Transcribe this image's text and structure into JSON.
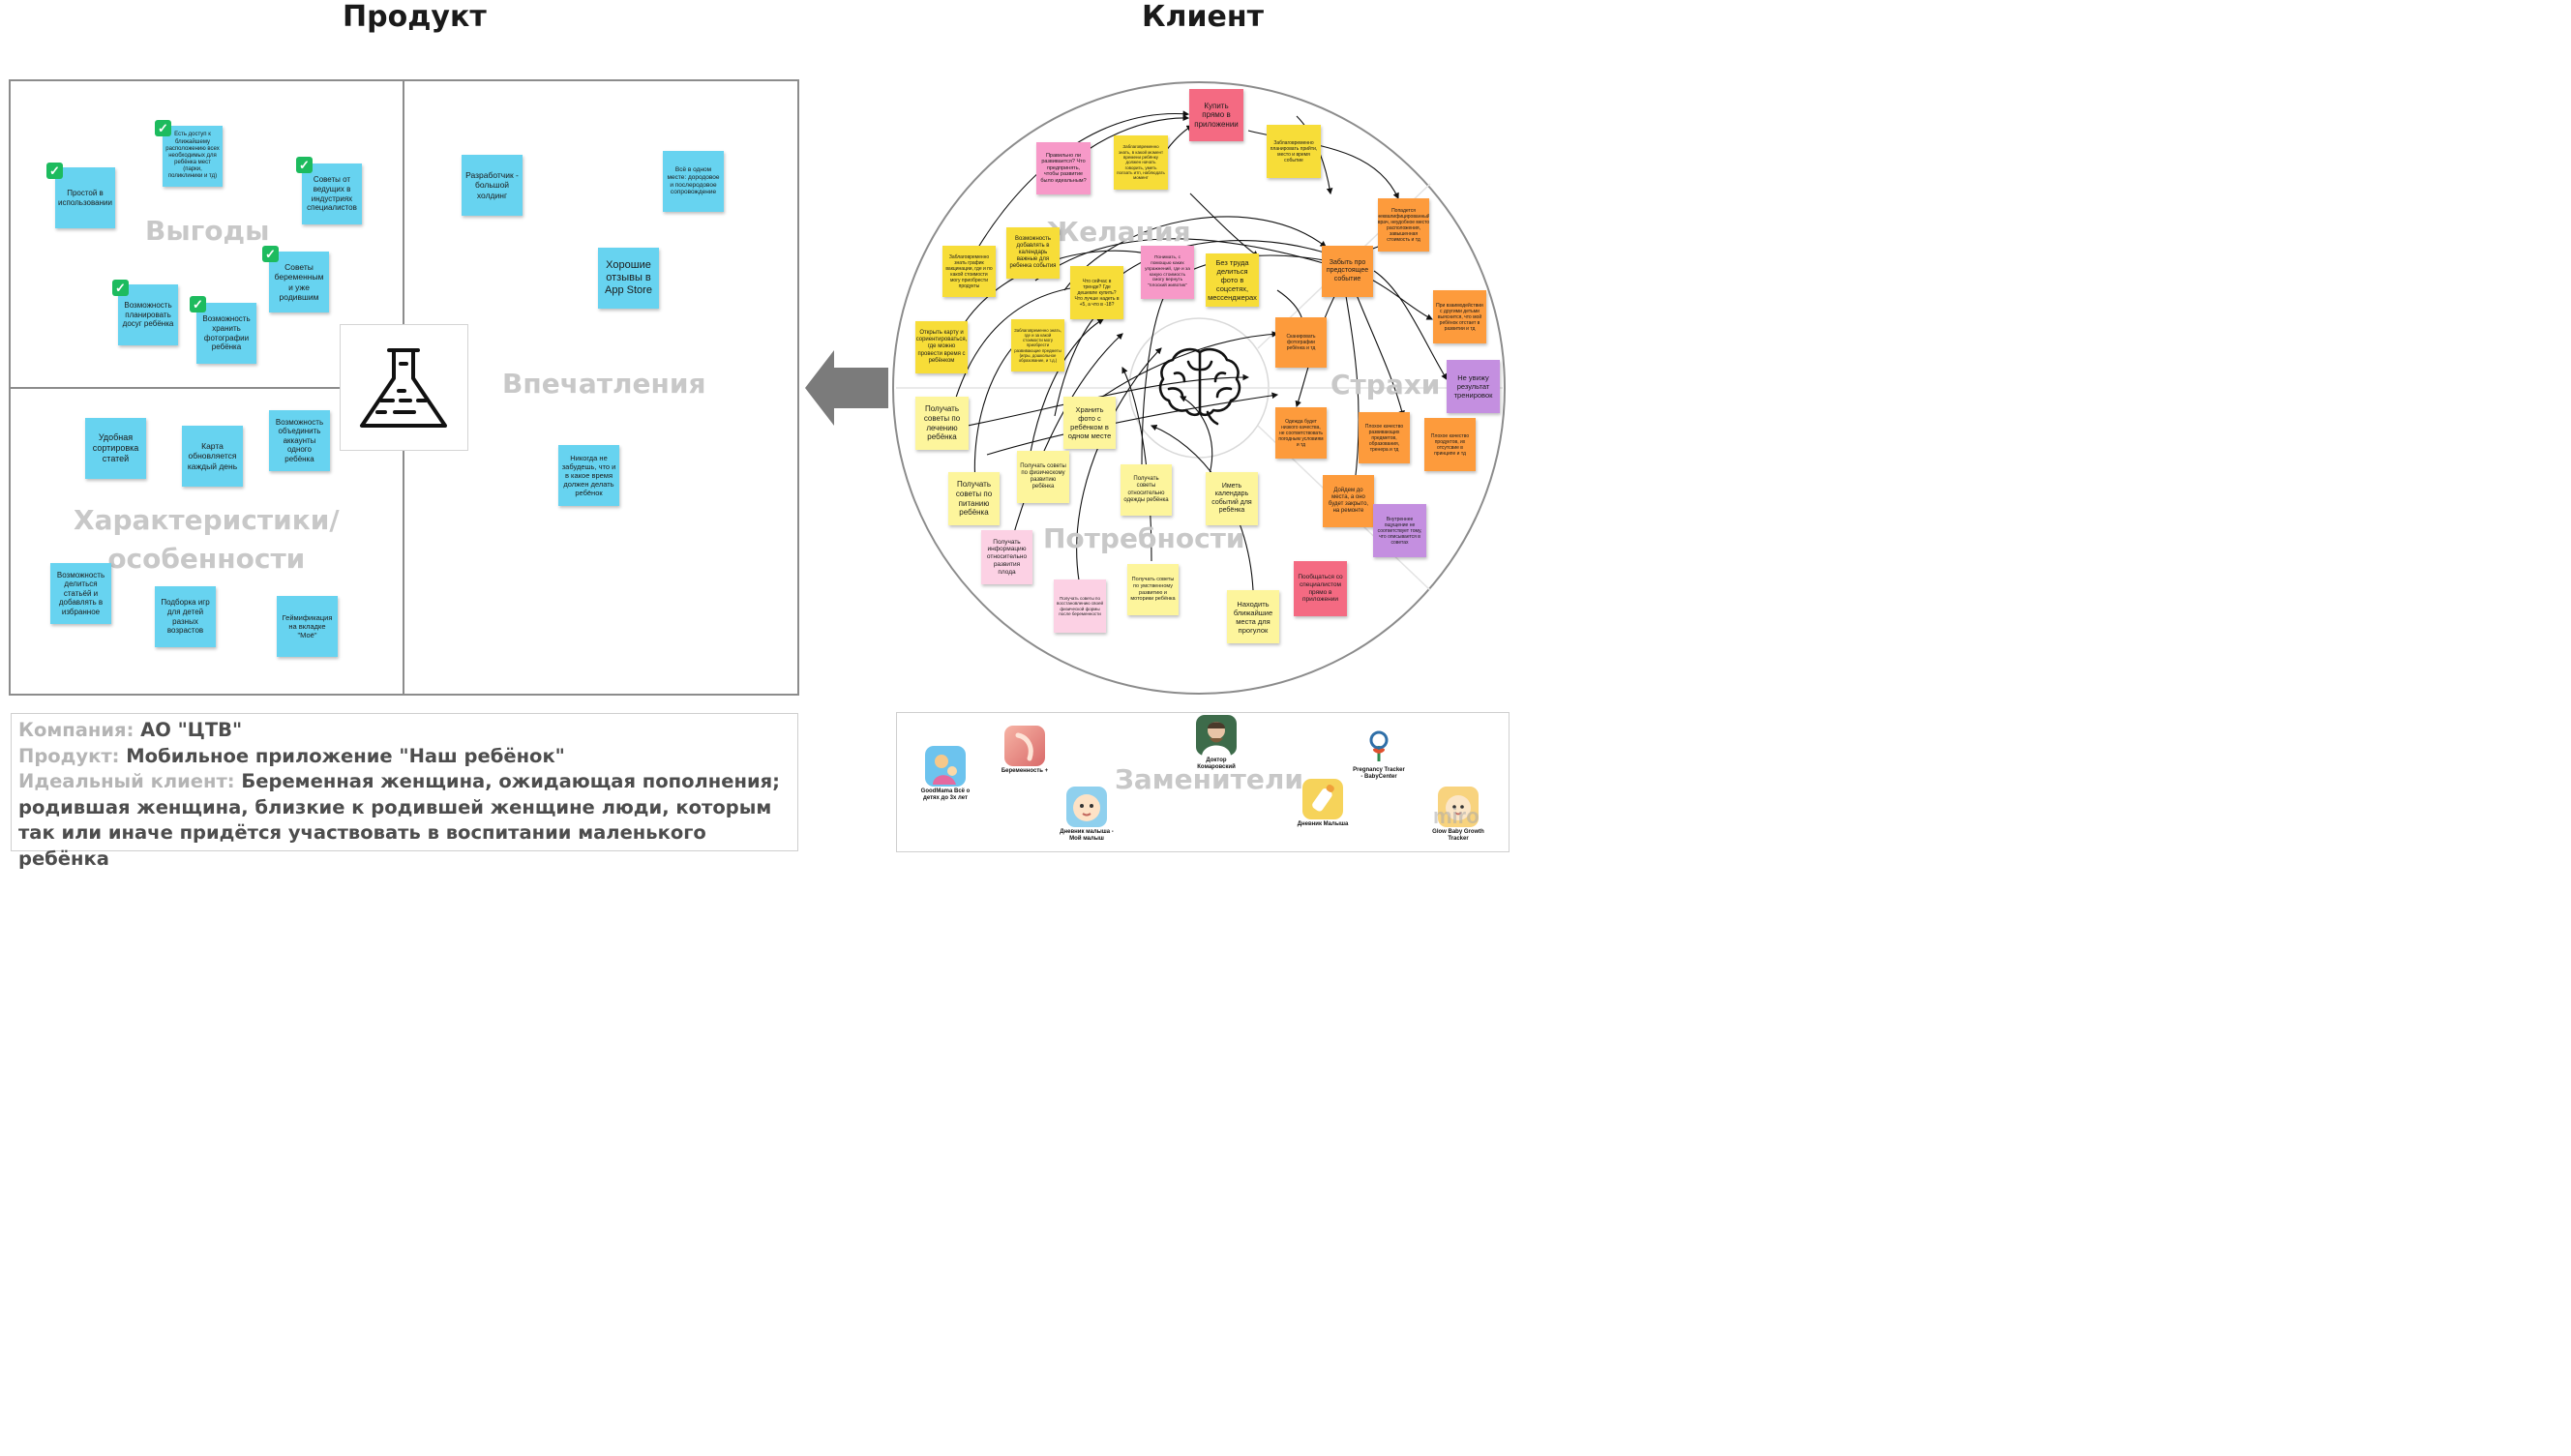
{
  "headers": {
    "product": "Продукт",
    "client": "Клиент"
  },
  "product": {
    "gains_label": "Выгоды",
    "features_label": "Характеристики/\nособенности",
    "experience_label": "Впечатления",
    "gains": [
      "Простой в использовании",
      "Есть доступ к ближайшему расположению всех необходимых для ребёнка мест (парки, поликлиники и тд)",
      "Советы от ведущих в индустриях специалистов",
      "Советы беременным и уже родившим",
      "Возможность планировать досуг ребёнка",
      "Возможность хранить фотографии ребёнка"
    ],
    "features": [
      "Удобная сортировка статей",
      "Карта обновляется каждый день",
      "Возможность объединить аккаунты одного ребёнка",
      "Возможность делиться статьёй и добавлять в избранное",
      "Подборка игр для детей разных возрастов",
      "Геймификация на вкладке \"Моё\""
    ],
    "experience": [
      "Разработчик - большой холдинг",
      "Всё в одном месте: дородовое и послеродовое сопровождение",
      "Хорошие отзывы в App Store",
      "Никогда не забудешь, что и в какое время должен делать ребёнок"
    ]
  },
  "client": {
    "wants_label": "Желания",
    "fears_label": "Страхи",
    "needs_label": "Потребности",
    "notes": {
      "buy": "Купить прямо в приложении",
      "right_dev": "Правильно ли развивается? Что предпринять, чтобы развитие было идеальным?",
      "plan_time": "Заблаговременно знать, в какой момент времени ребёнку должен начать говорить, уметь ползать итп, наблюдать момент",
      "plan_event": "Заблаговременно планировать прийти, место и время событие",
      "infographics": "Заблаговременно знать график вакцинации, где и по какой стоимости могу приобрести продукты",
      "calendar_add": "Возможность добавлять в календарь важные для ребенка события",
      "trend": "Что сейчас в тренде? Где дешевле купить? Что лучше надеть в +5, а что в -18?",
      "exercises": "Понимать, с помощью каких упражнений, где и за какую стоимость смогу вернуть \"плоский животик\"",
      "share_photo": "Без труда делиться фото в соцсетях, мессенджерах",
      "forget_event": "Забыть про предстоящее событие",
      "unqualified": "Попадется неквалифицированный врач, неудобное место расположения, завышенная стоимость и тд",
      "map_orient": "Открыть карту и сориентироваться, где можно провести время с ребёнком",
      "plan_dev": "Заблаговременно знать, где и за какой стоимости могу приобрести развивающие предметы (игры, дошкольное образование, и т.д.)",
      "scan_photo": "Сканировать фотографии ребёнка и тд",
      "kids_behind": "При взаимодействии с другими детьми выяснится, что мой ребёнок отстает в развитии и тд",
      "no_result": "Не увижу результат тренировок",
      "treat_advice": "Получать советы по лечению ребёнка",
      "store_photo": "Хранить фото с ребёнком в одном месте",
      "clothes_quality": "Одежда будет низкого качества, не соответствовать погодным условиям и тд",
      "bad_quality": "Плохое качество развивающих предметов, образования, тренера и тд",
      "bad_products": "Плохое качество продуктов, их отсутсвие в принципе и тд",
      "food_advice": "Получать советы по питанию ребёнка",
      "phys_advice": "Получать советы по физическому развитию ребёнка",
      "clothes_advice": "Получать советы относительно одежды ребёнка",
      "events_calendar": "Иметь календарь событий для ребёнка",
      "closed": "Дойдем до места, а оно будет закрыто, на ремонте",
      "inner_feel": "Внутреннее ощущение не соответствует тому, что описывается в советах",
      "fetus_info": "Получать информацию относительно развития плода",
      "recovery_advice": "Получать советы по восстановлению своей физической формы после беременности",
      "mental_advice": "Получать советы по умственному развитию и моторики ребёнка",
      "find_places": "Находить ближайшие места для прогулок",
      "consult": "Пообщаться со специалистом прямо в приложении"
    }
  },
  "info": {
    "company_key": "Компания:",
    "company_val": "АО \"ЦТВ\"",
    "product_key": "Продукт:",
    "product_val": "Мобильное приложение \"Наш ребёнок\"",
    "client_key": "Идеальный клиент:",
    "client_val": "Беременная женщина, ожидающая пополнения; родившая женщина, близкие к родившей женщине люди, которым так или иначе придётся участвовать в воспитании маленького ребёнка"
  },
  "substitutes": {
    "label": "Заменители",
    "apps": [
      {
        "name": "GoodMama Всё о детях до 3х лет",
        "icon": "goodmama-icon"
      },
      {
        "name": "Беременность +",
        "icon": "pregnancy-plus-icon"
      },
      {
        "name": "Доктор Комаровский",
        "icon": "komarovsky-icon"
      },
      {
        "name": "Дневник малыша - Мой малыш",
        "icon": "baby-diary-icon"
      },
      {
        "name": "Дневник Малыша",
        "icon": "baby-bottle-icon"
      },
      {
        "name": "Pregnancy Tracker - BabyCenter",
        "icon": "babycenter-icon"
      },
      {
        "name": "Glow Baby Growth Tracker",
        "icon": "glow-baby-icon"
      }
    ]
  },
  "watermark": "miro",
  "colors": {
    "blue": "#67d3f0",
    "yellow": "#f7dd38",
    "light_yellow": "#fdf59c",
    "pink": "#f799c8",
    "light_pink": "#fcd1e4",
    "orange": "#fd9b3c",
    "red": "#f46a82",
    "purple": "#c48fe0",
    "check": "#1dbb5e"
  }
}
